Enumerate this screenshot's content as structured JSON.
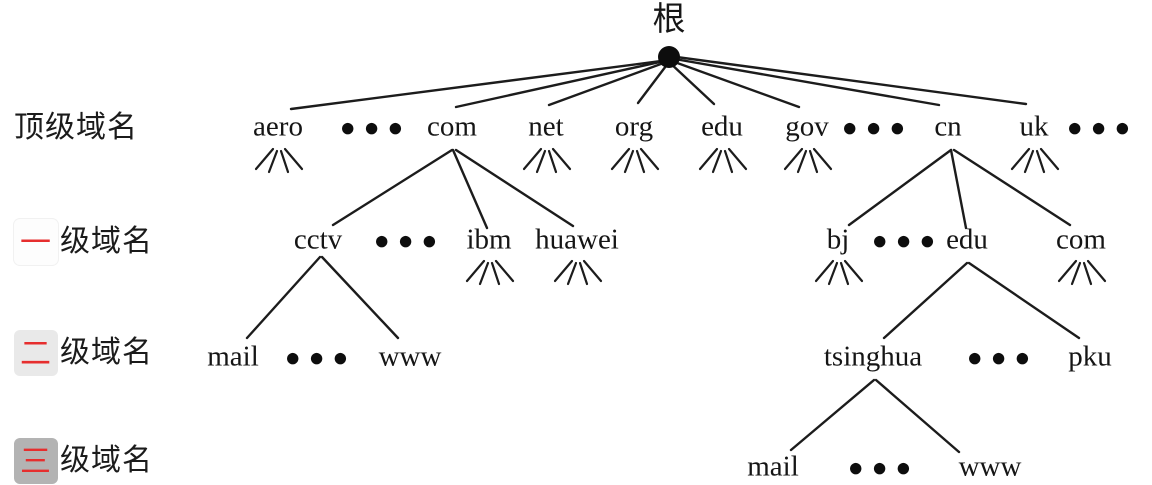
{
  "figure": {
    "background": "#ffffff",
    "ink_color": "#1c1c1c",
    "red_mark_color": "#e62e2e",
    "ellipsis": "● ● ●"
  },
  "root": {
    "label": "根"
  },
  "captions": [
    {
      "prefix": "",
      "label": "顶级域名"
    },
    {
      "prefix": "一",
      "label": "级域名"
    },
    {
      "prefix": "二",
      "label": "级域名"
    },
    {
      "prefix": "三",
      "label": "级域名"
    }
  ],
  "levels": [
    {
      "name": "top-level-domains",
      "nodes": [
        {
          "label": "aero"
        },
        {
          "label": "● ● ●"
        },
        {
          "label": "com"
        },
        {
          "label": "net"
        },
        {
          "label": "org"
        },
        {
          "label": "edu"
        },
        {
          "label": "gov"
        },
        {
          "label": "● ● ●"
        },
        {
          "label": "cn"
        },
        {
          "label": "uk"
        },
        {
          "label": "● ● ●"
        }
      ]
    },
    {
      "name": "first-level-domains",
      "nodes": [
        {
          "label": "cctv"
        },
        {
          "label": "● ● ●"
        },
        {
          "label": "ibm"
        },
        {
          "label": "huawei"
        },
        {
          "label": "bj"
        },
        {
          "label": "● ● ●"
        },
        {
          "label": "edu"
        },
        {
          "label": "com"
        }
      ]
    },
    {
      "name": "second-level-domains",
      "nodes": [
        {
          "label": "mail"
        },
        {
          "label": "● ● ●"
        },
        {
          "label": "www"
        },
        {
          "label": "tsinghua"
        },
        {
          "label": "● ● ●"
        },
        {
          "label": "pku"
        }
      ]
    },
    {
      "name": "third-level-domains",
      "nodes": [
        {
          "label": "mail"
        },
        {
          "label": "● ● ●"
        },
        {
          "label": "www"
        }
      ]
    }
  ]
}
